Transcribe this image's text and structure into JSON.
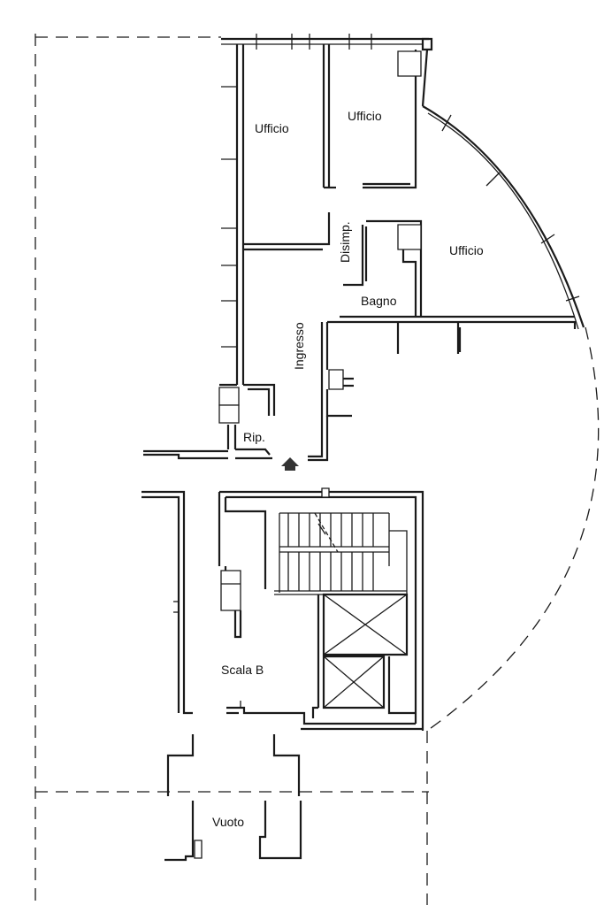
{
  "rooms": {
    "ufficio_1": "Ufficio",
    "ufficio_2": "Ufficio",
    "ufficio_3": "Ufficio",
    "disimpegno": "Disimp.",
    "bagno": "Bagno",
    "ingresso": "Ingresso",
    "ripostiglio": "Rip.",
    "scala": "Scala B",
    "vuoto": "Vuoto"
  },
  "colors": {
    "line": "#1a1a1a",
    "background": "#ffffff"
  }
}
